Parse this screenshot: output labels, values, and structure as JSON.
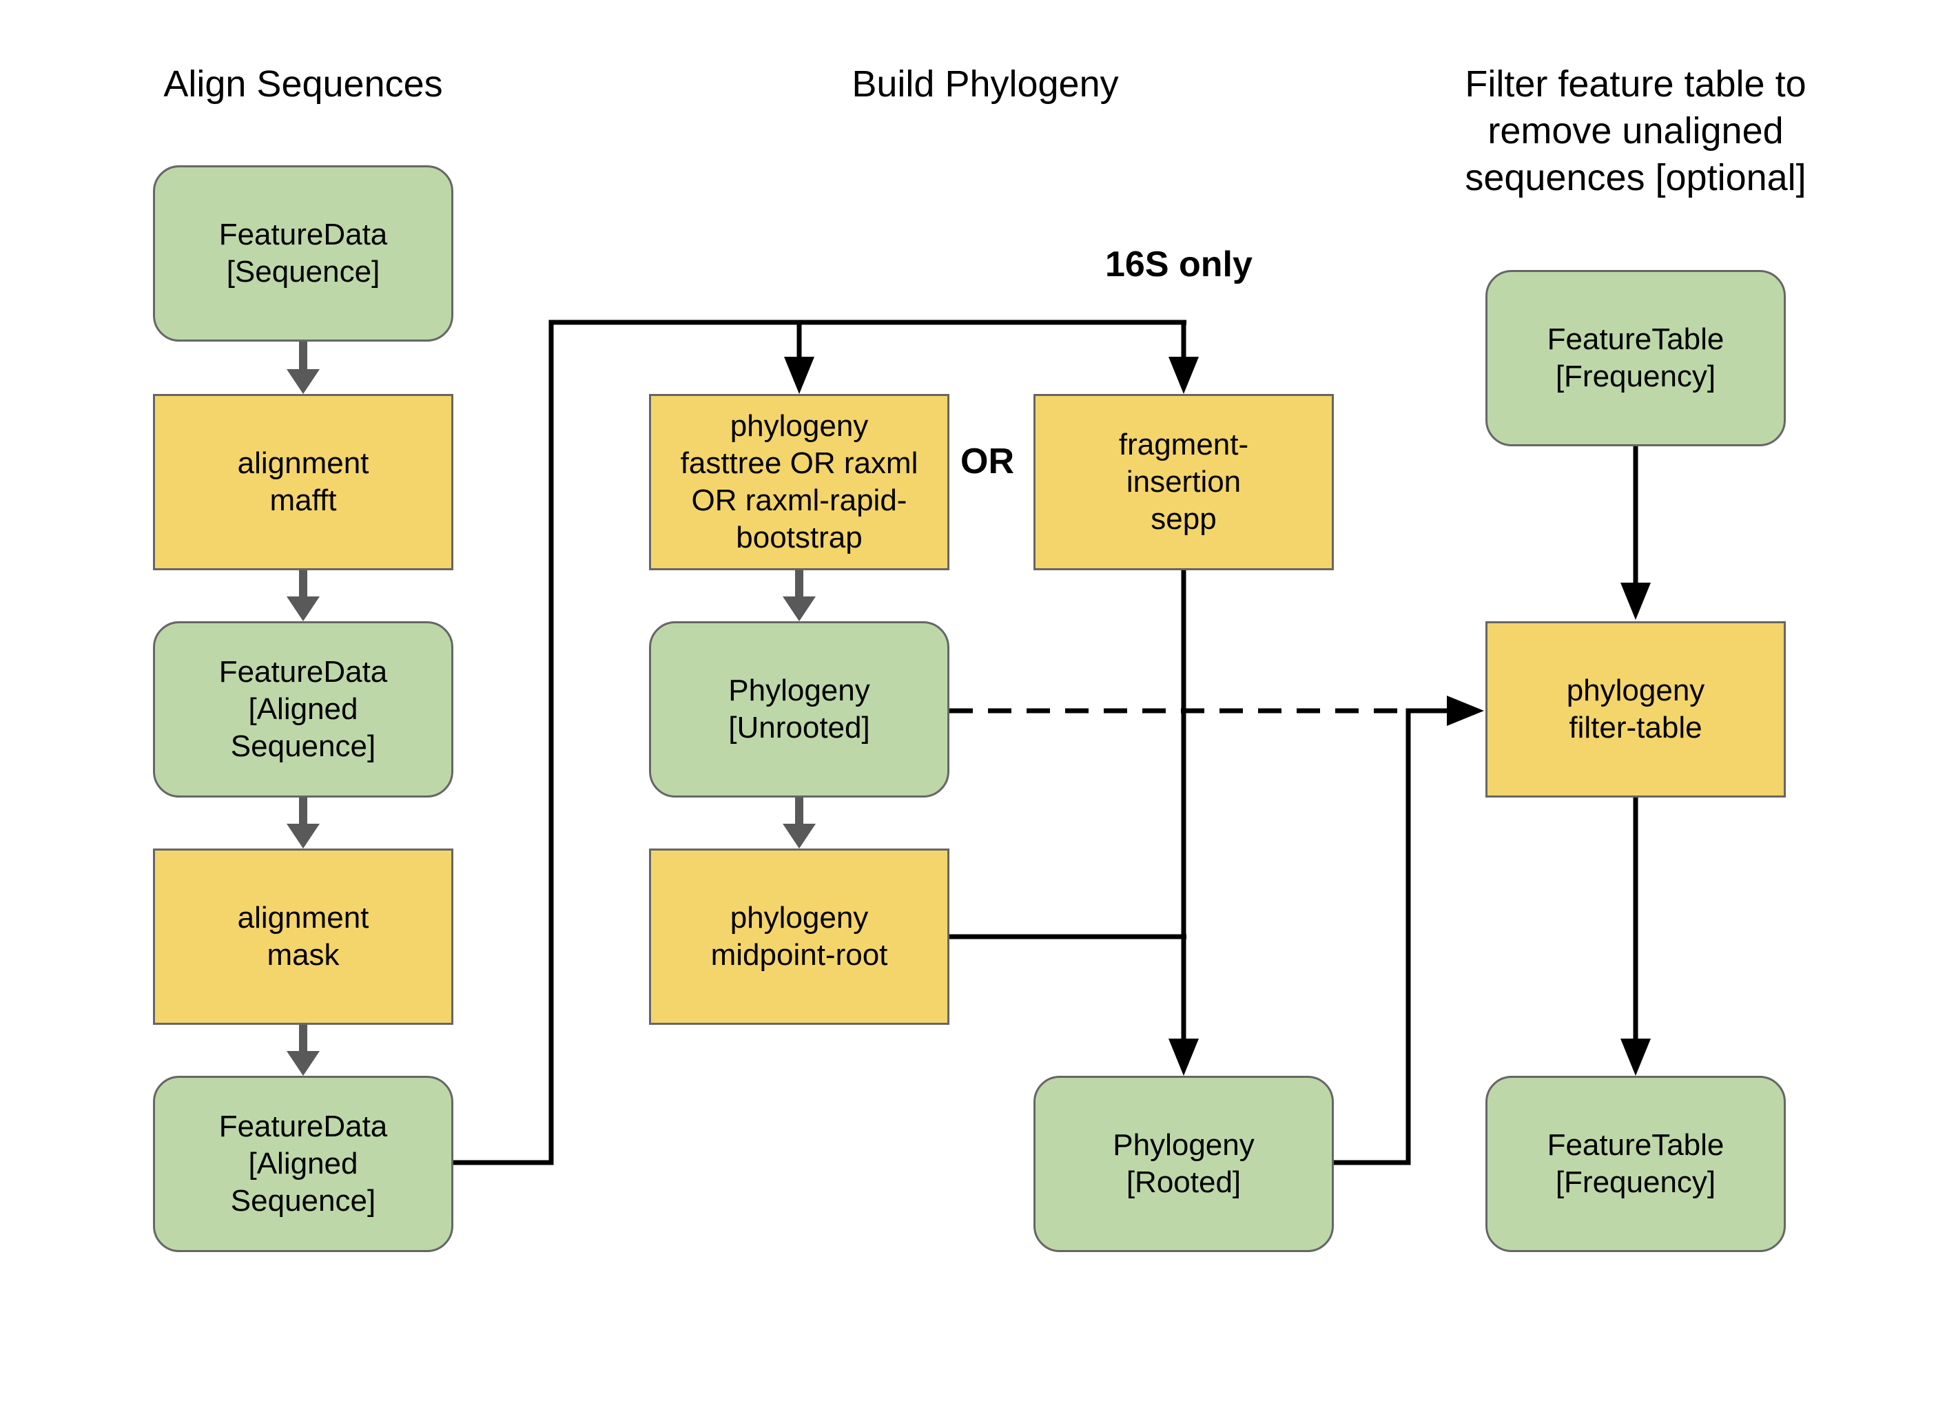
{
  "colors": {
    "data_node": "#bed7a8",
    "action_node": "#f4d56b",
    "node_border": "#666666",
    "gray_arrow": "#595959",
    "black_arrow": "#000000"
  },
  "columns": {
    "align": {
      "title": [
        "Align Sequences"
      ]
    },
    "phylogeny": {
      "title": [
        "Build Phylogeny"
      ]
    },
    "filter": {
      "title": [
        "Filter feature table to",
        "remove unaligned",
        "sequences [optional]"
      ]
    }
  },
  "notes": {
    "only_16s": "16S only",
    "or": "OR"
  },
  "nodes": {
    "featuredata_sequence": {
      "kind": "artifact",
      "lines": [
        "FeatureData",
        "[Sequence]"
      ]
    },
    "alignment_mafft": {
      "kind": "action",
      "lines": [
        "alignment",
        "mafft"
      ]
    },
    "featuredata_aligned_1": {
      "kind": "artifact",
      "lines": [
        "FeatureData",
        "[Aligned",
        "Sequence]"
      ]
    },
    "alignment_mask": {
      "kind": "action",
      "lines": [
        "alignment",
        "mask"
      ]
    },
    "featuredata_aligned_2": {
      "kind": "artifact",
      "lines": [
        "FeatureData",
        "[Aligned",
        "Sequence]"
      ]
    },
    "phylogeny_tree_builders": {
      "kind": "action",
      "lines": [
        "phylogeny",
        "fasttree OR raxml",
        "OR raxml-rapid-",
        "bootstrap"
      ]
    },
    "phylogeny_unrooted": {
      "kind": "artifact",
      "lines": [
        "Phylogeny",
        "[Unrooted]"
      ]
    },
    "phylogeny_midpoint_root": {
      "kind": "action",
      "lines": [
        "phylogeny",
        "midpoint-root"
      ]
    },
    "fragment_insertion_sepp": {
      "kind": "action",
      "lines": [
        "fragment-",
        "insertion",
        "sepp"
      ]
    },
    "phylogeny_rooted": {
      "kind": "artifact",
      "lines": [
        "Phylogeny",
        "[Rooted]"
      ]
    },
    "featuretable_frequency_in": {
      "kind": "artifact",
      "lines": [
        "FeatureTable",
        "[Frequency]"
      ]
    },
    "phylogeny_filter_table": {
      "kind": "action",
      "lines": [
        "phylogeny",
        "filter-table"
      ]
    },
    "featuretable_frequency_out": {
      "kind": "artifact",
      "lines": [
        "FeatureTable",
        "[Frequency]"
      ]
    }
  },
  "edges": [
    {
      "from": "featuredata_sequence",
      "to": "alignment_mafft",
      "style": "gray"
    },
    {
      "from": "alignment_mafft",
      "to": "featuredata_aligned_1",
      "style": "gray"
    },
    {
      "from": "featuredata_aligned_1",
      "to": "alignment_mask",
      "style": "gray"
    },
    {
      "from": "alignment_mask",
      "to": "featuredata_aligned_2",
      "style": "gray"
    },
    {
      "from": "featuredata_aligned_2",
      "to": "phylogeny_tree_builders",
      "style": "solid"
    },
    {
      "from": "featuredata_aligned_2",
      "to": "fragment_insertion_sepp",
      "style": "solid"
    },
    {
      "from": "phylogeny_tree_builders",
      "to": "phylogeny_unrooted",
      "style": "gray"
    },
    {
      "from": "phylogeny_unrooted",
      "to": "phylogeny_midpoint_root",
      "style": "gray"
    },
    {
      "from": "phylogeny_midpoint_root",
      "to": "phylogeny_rooted",
      "style": "solid"
    },
    {
      "from": "fragment_insertion_sepp",
      "to": "phylogeny_rooted",
      "style": "solid"
    },
    {
      "from": "phylogeny_unrooted",
      "to": "phylogeny_filter_table",
      "style": "dashed"
    },
    {
      "from": "phylogeny_rooted",
      "to": "phylogeny_filter_table",
      "style": "solid"
    },
    {
      "from": "featuretable_frequency_in",
      "to": "phylogeny_filter_table",
      "style": "solid"
    },
    {
      "from": "phylogeny_filter_table",
      "to": "featuretable_frequency_out",
      "style": "solid"
    }
  ]
}
